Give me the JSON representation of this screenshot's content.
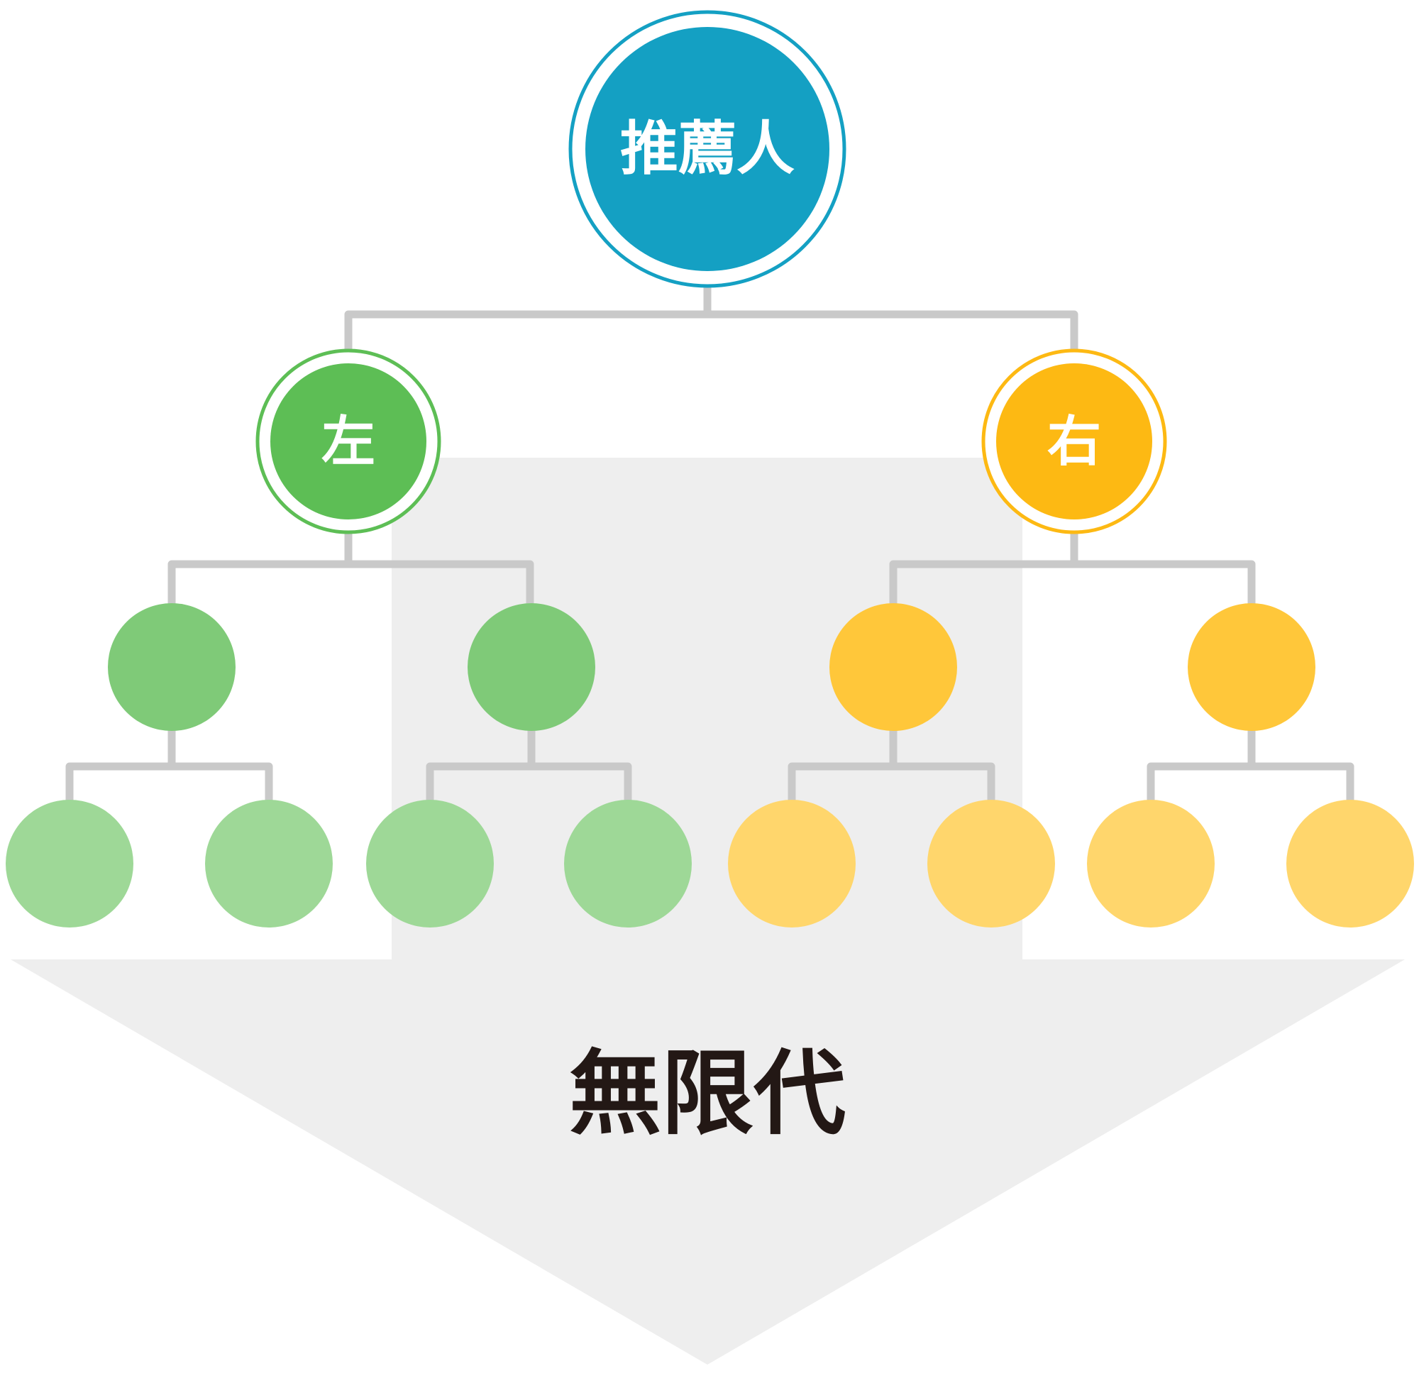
{
  "root": {
    "label": "推薦人",
    "color": "#14a0c3"
  },
  "left": {
    "label": "左",
    "color": "#5dbe55",
    "child_color": "#7fca78",
    "grandchild_color": "#9ed897"
  },
  "right": {
    "label": "右",
    "color": "#fdb913",
    "child_color": "#ffc73a",
    "grandchild_color": "#ffd66c"
  },
  "footer": {
    "label": "無限代"
  },
  "colors": {
    "connector": "#c9c9c9",
    "arrow": "#eeeeee",
    "text": "#231815"
  }
}
